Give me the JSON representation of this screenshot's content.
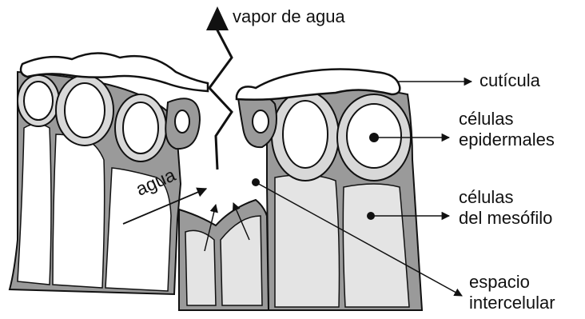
{
  "labels": {
    "vapor": "vapor de agua",
    "cuticula": "cutícula",
    "epidermales": [
      "células",
      "epidermales"
    ],
    "mesofilo": [
      "células",
      "del mesófilo"
    ],
    "espacio": [
      "espacio",
      "intercelular"
    ],
    "agua": "agua"
  },
  "colors": {
    "line": "#111111",
    "cell_gray": "#9a9a9a",
    "cell_light": "#e4e4e4",
    "cuticle": "#ffffff"
  }
}
